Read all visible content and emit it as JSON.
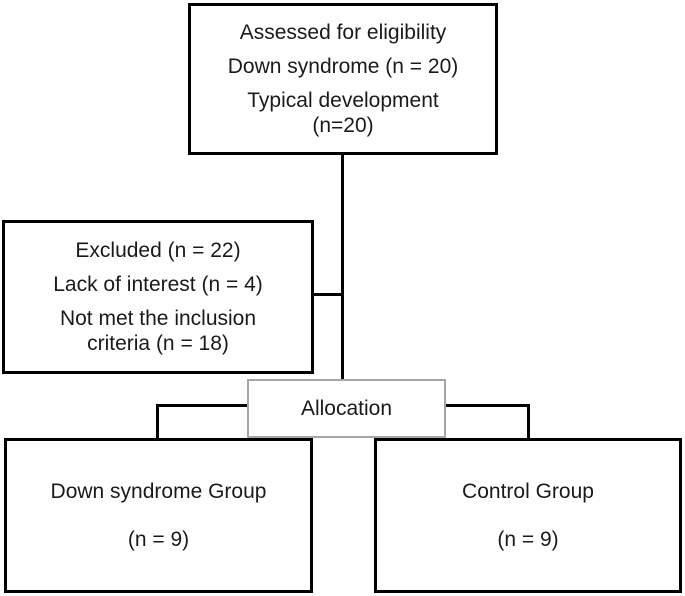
{
  "diagram": {
    "background_color": "#ffffff",
    "box_border_color": "#000000",
    "allocation_border_color": "#a6a6a6",
    "text_color": "#1a1a1a",
    "boxes": {
      "eligibility": {
        "lines": [
          "Assessed for eligibility",
          "Down syndrome (n = 20)",
          "Typical development (n=20)"
        ]
      },
      "excluded": {
        "lines": [
          "Excluded (n = 22)",
          "Lack of interest  (n = 4)",
          "Not met the inclusion criteria (n = 18)"
        ]
      },
      "allocation": {
        "label": "Allocation"
      },
      "down_syndrome_group": {
        "lines": [
          "Down syndrome Group",
          "(n = 9)"
        ]
      },
      "control_group": {
        "lines": [
          "Control Group",
          "(n = 9)"
        ]
      }
    }
  }
}
